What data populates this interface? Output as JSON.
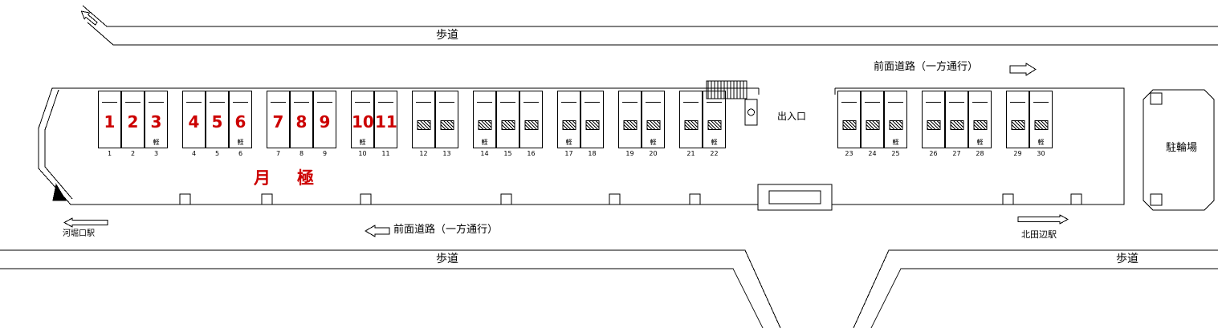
{
  "labels": {
    "sidewalk_top": "歩道",
    "sidewalk_bottom_left": "歩道",
    "sidewalk_bottom_right": "歩道",
    "front_road_top": "前面道路（一方通行）",
    "front_road_bottom": "前面道路（一方通行）",
    "entrance": "出入口",
    "monthly": "月　極",
    "bicycle_parking": "駐輪場",
    "station_left": "河堀口駅",
    "station_right": "北田辺駅"
  },
  "colors": {
    "highlight": "#cc0000",
    "line": "#000000",
    "background": "#ffffff"
  },
  "stalls": {
    "kei_label": "軽",
    "left_groups": [
      {
        "stalls": [
          {
            "num": "1",
            "red": true
          },
          {
            "num": "2",
            "red": true
          },
          {
            "num": "3",
            "red": true,
            "kei": true
          }
        ]
      },
      {
        "stalls": [
          {
            "num": "4",
            "red": true
          },
          {
            "num": "5",
            "red": true
          },
          {
            "num": "6",
            "red": true,
            "kei": true
          }
        ]
      },
      {
        "stalls": [
          {
            "num": "7",
            "red": true
          },
          {
            "num": "8",
            "red": true
          },
          {
            "num": "9",
            "red": true
          }
        ]
      },
      {
        "stalls": [
          {
            "num": "10",
            "red": true,
            "kei": true
          },
          {
            "num": "11",
            "red": true
          }
        ]
      },
      {
        "stalls": [
          {
            "num": "12",
            "occupied": true
          },
          {
            "num": "13",
            "occupied": true
          }
        ]
      },
      {
        "stalls": [
          {
            "num": "14",
            "occupied": true,
            "kei": true
          },
          {
            "num": "15",
            "occupied": true
          },
          {
            "num": "16",
            "occupied": true
          }
        ]
      },
      {
        "stalls": [
          {
            "num": "17",
            "occupied": true,
            "kei": true
          },
          {
            "num": "18",
            "occupied": true
          }
        ]
      },
      {
        "stalls": [
          {
            "num": "19",
            "occupied": true
          },
          {
            "num": "20",
            "occupied": true,
            "kei": true
          }
        ]
      },
      {
        "stalls": [
          {
            "num": "21",
            "occupied": true
          },
          {
            "num": "22",
            "occupied": true,
            "kei": true
          }
        ]
      }
    ],
    "right_groups": [
      {
        "stalls": [
          {
            "num": "23",
            "occupied": true
          },
          {
            "num": "24",
            "occupied": true
          },
          {
            "num": "25",
            "occupied": true,
            "kei": true
          }
        ]
      },
      {
        "stalls": [
          {
            "num": "26",
            "occupied": true
          },
          {
            "num": "27",
            "occupied": true
          },
          {
            "num": "28",
            "occupied": true,
            "kei": true
          }
        ]
      },
      {
        "stalls": [
          {
            "num": "29",
            "occupied": true
          },
          {
            "num": "30",
            "occupied": true,
            "kei": true
          }
        ]
      }
    ]
  }
}
